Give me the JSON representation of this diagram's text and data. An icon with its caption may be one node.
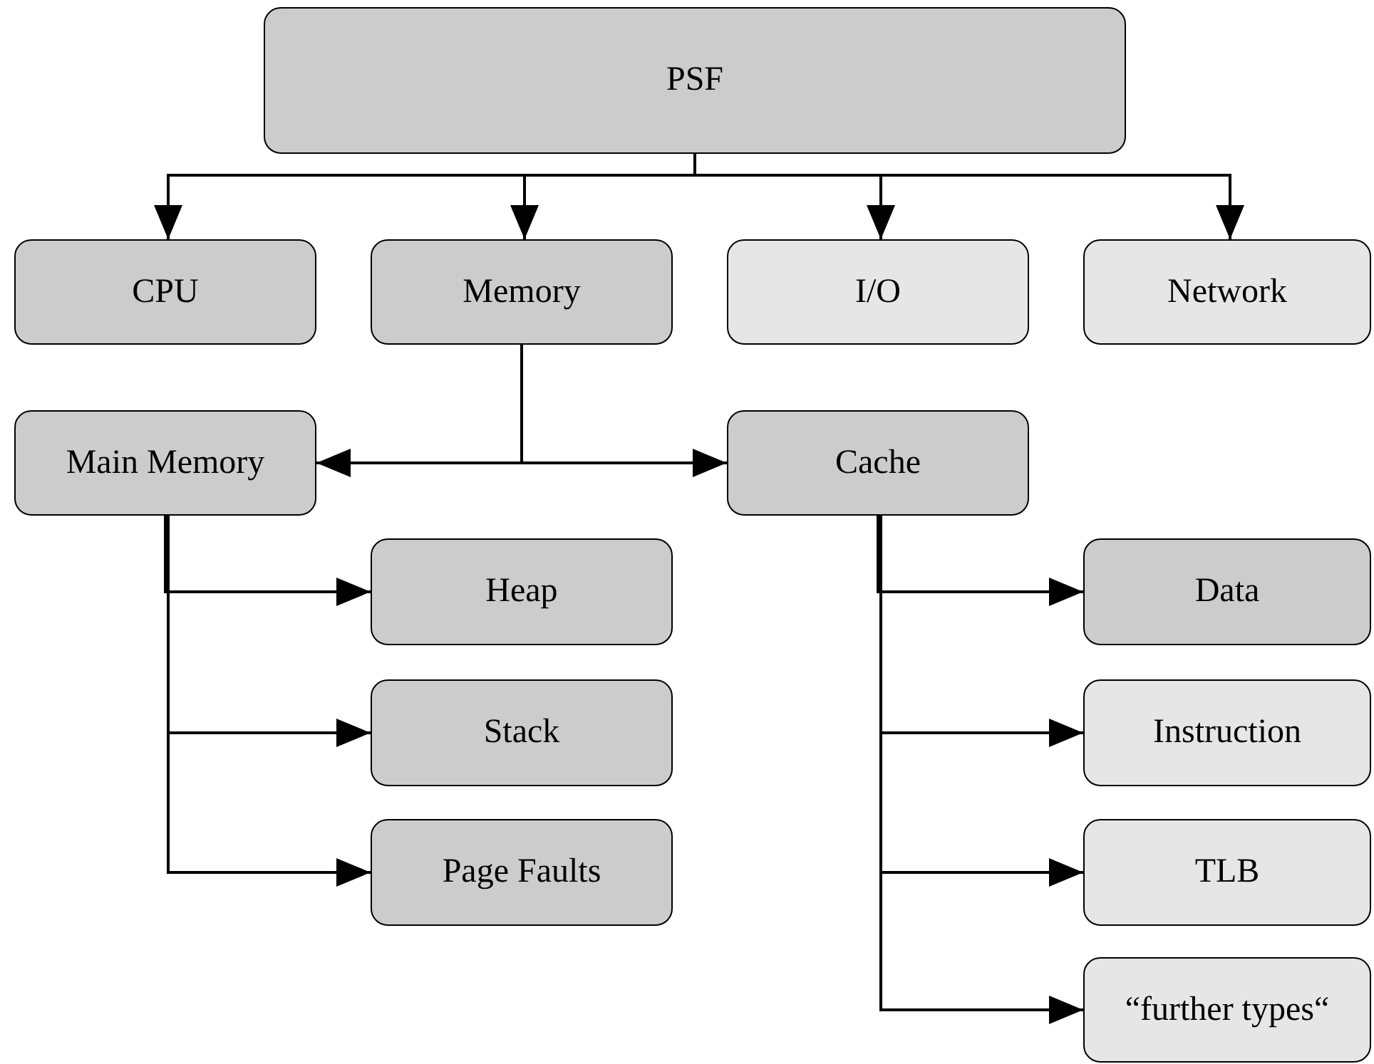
{
  "diagram": {
    "nodes": [
      {
        "text": [
          "PSF"
        ]
      },
      {
        "text": [
          "CPU"
        ]
      },
      {
        "text": [
          "Memory"
        ]
      },
      {
        "text": [
          "I/O"
        ]
      },
      {
        "text": [
          "Network"
        ]
      },
      {
        "text": [
          "Main Memory"
        ]
      },
      {
        "text": [
          "Cache"
        ]
      },
      {
        "text": [
          "Heap"
        ]
      },
      {
        "text": [
          "Stack"
        ]
      },
      {
        "text": [
          "Page Faults"
        ]
      },
      {
        "text": [
          "Data"
        ]
      },
      {
        "text": [
          "Instruction"
        ]
      },
      {
        "text": [
          "TLB"
        ]
      },
      {
        "text": [
          "“further types“"
        ]
      }
    ],
    "edges": [
      {
        "from": 0,
        "to": 1,
        "arrow": "to"
      },
      {
        "from": 0,
        "to": 2,
        "arrow": "to"
      },
      {
        "from": 0,
        "to": 3,
        "arrow": "to"
      },
      {
        "from": 0,
        "to": 4,
        "arrow": "to"
      },
      {
        "from": 2,
        "to": 5,
        "arrow": "to"
      },
      {
        "from": 2,
        "to": 6,
        "arrow": "to"
      },
      {
        "from": 5,
        "to": 7,
        "arrow": "to"
      },
      {
        "from": 5,
        "to": 8,
        "arrow": "to"
      },
      {
        "from": 5,
        "to": 9,
        "arrow": "to"
      },
      {
        "from": 6,
        "to": 10,
        "arrow": "to"
      },
      {
        "from": 6,
        "to": 11,
        "arrow": "to"
      },
      {
        "from": 6,
        "to": 12,
        "arrow": "to"
      },
      {
        "from": 6,
        "to": 13,
        "arrow": "to"
      }
    ]
  }
}
